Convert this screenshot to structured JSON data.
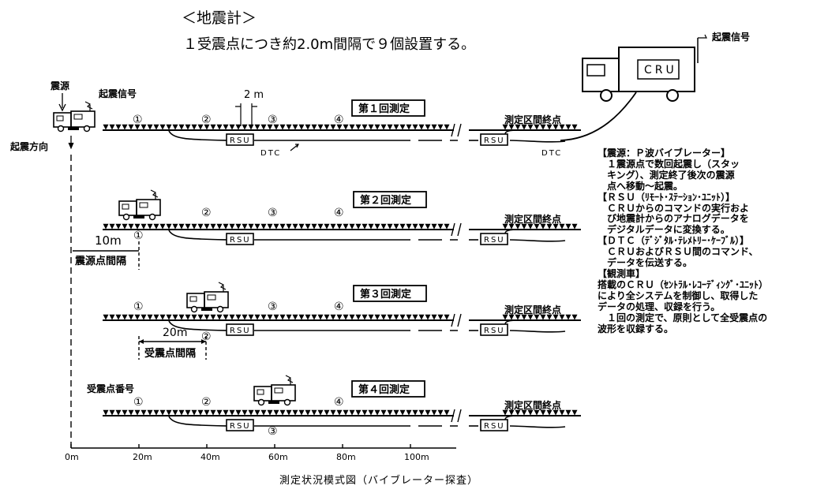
{
  "header": {
    "title": "＜地震計＞",
    "subtitle": "１受震点につき約2.0m間隔で９個設置する。"
  },
  "labels": {
    "source": "震源",
    "source_signal": "起震信号",
    "direction": "起震方向",
    "spacing": "2 m",
    "cru": "CRU",
    "cru_signal": "起震信号",
    "rsu": "RSU",
    "dtc": "DTC",
    "end_point": "測定区間終点",
    "source_interval_value": "10m",
    "source_interval_label": "震源点間隔",
    "receiver_interval_value": "20m",
    "receiver_interval_label": "受震点間隔",
    "receiver_number": "受震点番号"
  },
  "runs": [
    "第１回測定",
    "第２回測定",
    "第３回測定",
    "第４回測定"
  ],
  "station_numbers": [
    "①",
    "②",
    "③",
    "④"
  ],
  "axis": {
    "ticks": [
      "0m",
      "20m",
      "40m",
      "60m",
      "80m",
      "100m"
    ]
  },
  "notes": [
    "【震源：Ｐ波バイブレーター】",
    "　１震源点で数回起震し（スタッ",
    "　キング）、測定終了後次の震源",
    "　点へ移動～起震。",
    "【ＲＳＵ（ﾘﾓｰﾄ･ｽﾃｰｼｮﾝ･ﾕﾆｯﾄ）】",
    "　ＣＲＵからのコマンドの実行およ",
    "　び地震計からのアナログデータを",
    "　デジタルデータに変換する。",
    "【ＤＴＣ（ﾃﾞｼﾞﾀﾙ･ﾃﾚﾒﾄﾘｰ･ｹｰﾌﾞﾙ）】",
    "　ＣＲＵおよびＲＳＵ間のコマンド、",
    "　データを伝送する。",
    "【観測車】",
    "搭載のＣＲＵ（ｾﾝﾄﾗﾙ･ﾚｺｰﾃﾞｨﾝｸﾞ･ﾕﾆｯﾄ）",
    "により全システムを制御し、取得した",
    "データの処理、収録を行う。",
    "　１回の測定で、原則として全受震点の",
    "波形を収録する。"
  ],
  "caption": "測定状況模式図（バイブレーター探査）"
}
